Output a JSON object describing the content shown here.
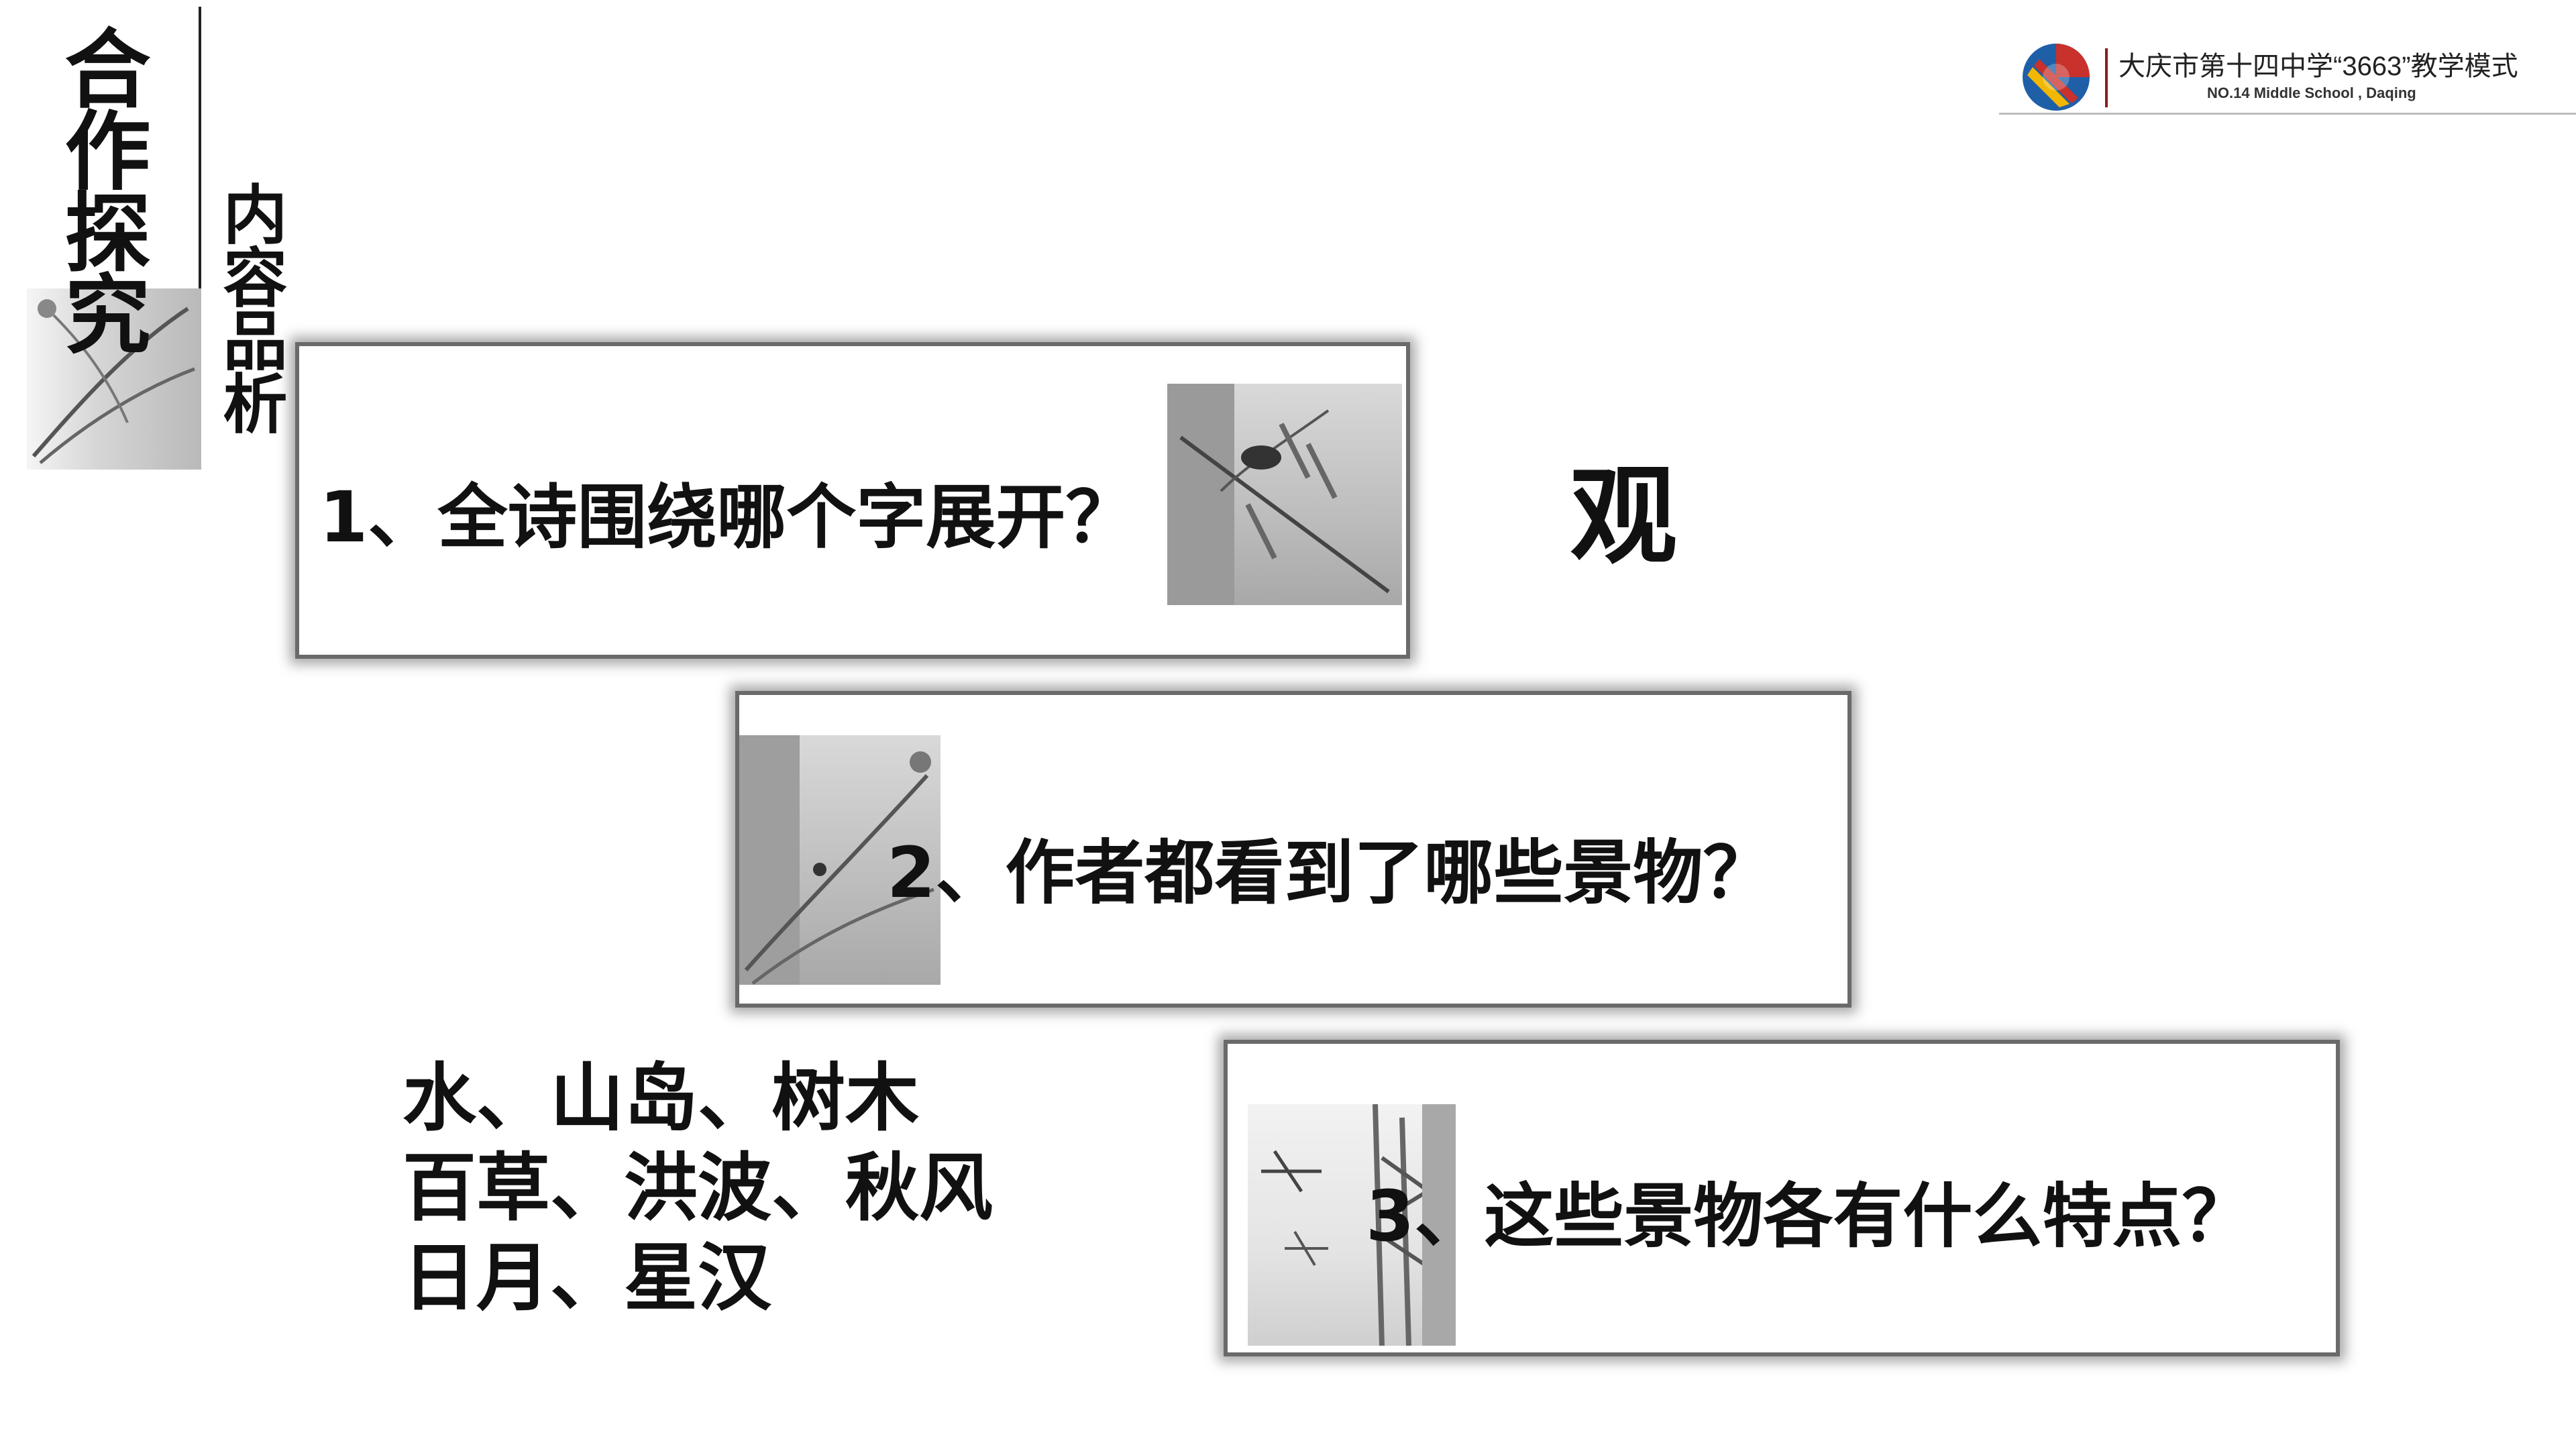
{
  "heading": {
    "main": "合作探究",
    "sub": "内容品析"
  },
  "logo": {
    "school_cn": "大庆市第十四中学“3663”教学模式",
    "school_en": "NO.14 Middle School , Daqing"
  },
  "questions": [
    {
      "text": "1、全诗围绕哪个字展开？"
    },
    {
      "text": "2、作者都看到了哪些景物？"
    },
    {
      "text": "3、这些景物各有什么特点？"
    }
  ],
  "answers": {
    "q1": "观",
    "q2_lines": [
      "水、山岛、树木",
      "百草、洪波、秋风",
      "日月、星汉"
    ]
  },
  "colors": {
    "box_border": "#6a6a6a",
    "logo_red": "#c8312c",
    "logo_yellow": "#f2b705",
    "logo_blue": "#1f5fa8"
  }
}
